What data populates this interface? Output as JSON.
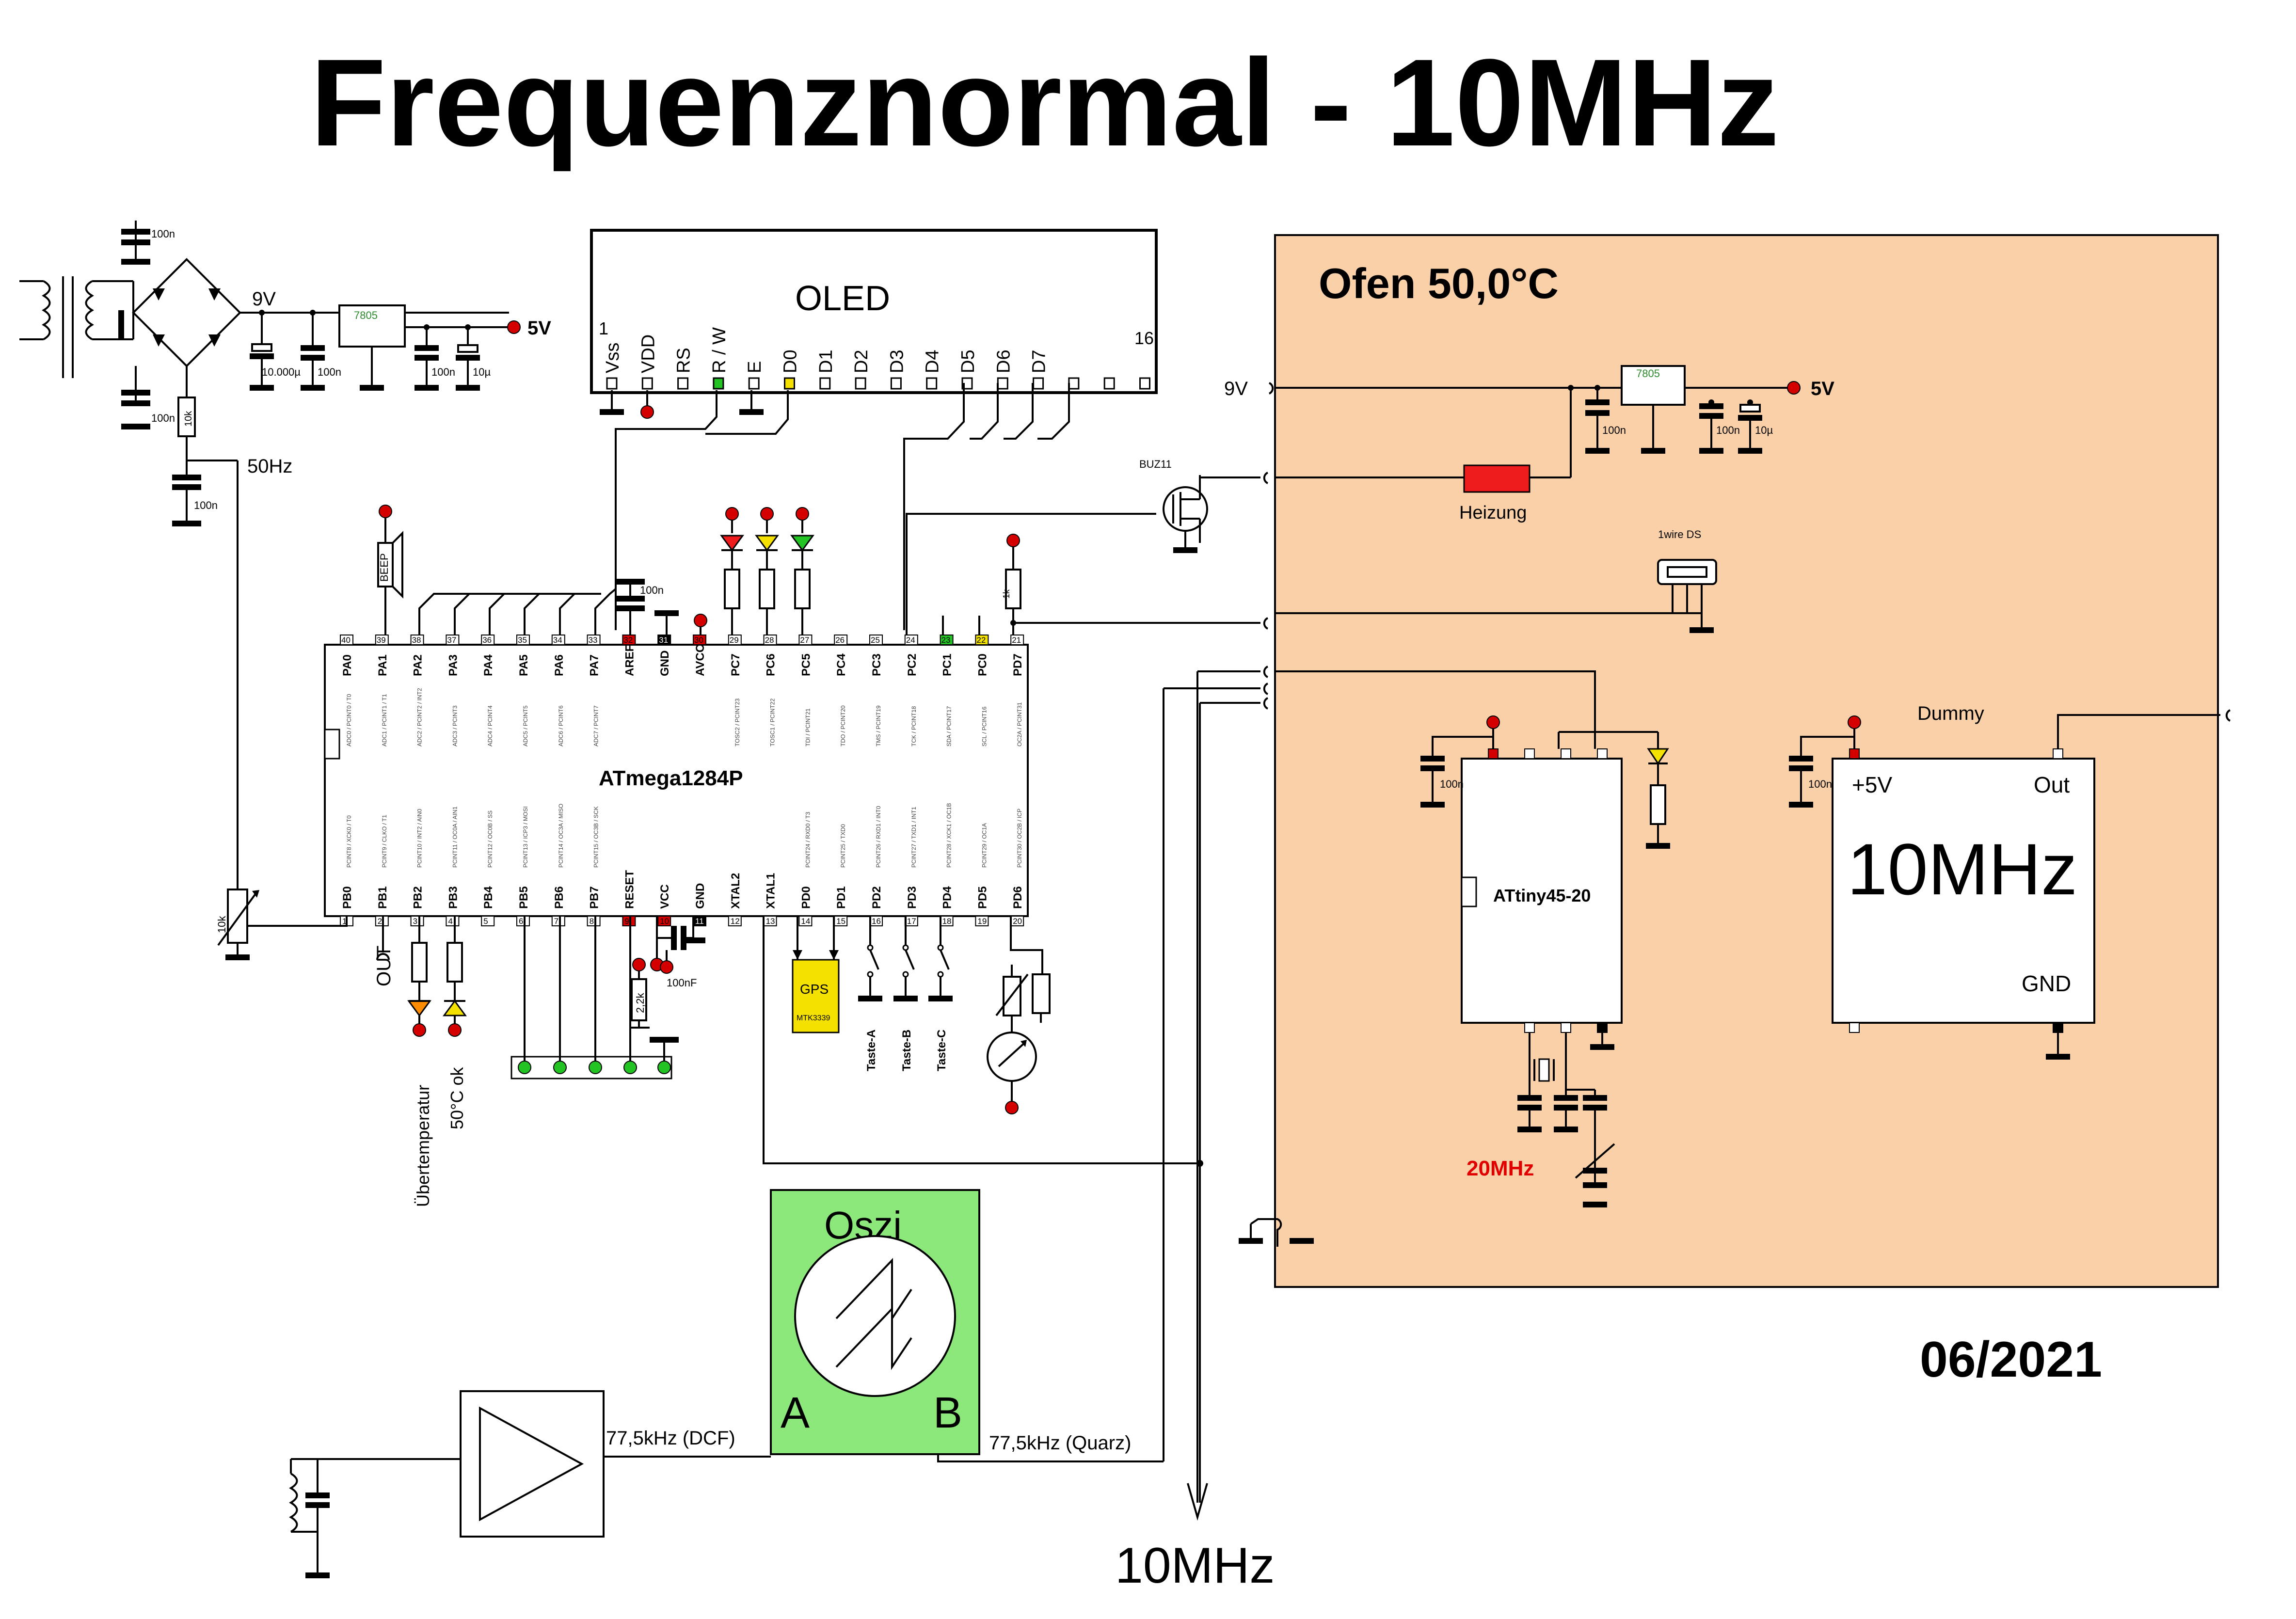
{
  "title": "Frequenznormal - 10MHz",
  "date": "06/2021",
  "oled": {
    "name": "OLED",
    "pin_first": "1",
    "pin_last": "16",
    "pins": [
      "Vss",
      "VDD",
      "RS",
      "R / W",
      "E",
      "D0",
      "D1",
      "D2",
      "D3",
      "D4",
      "D5",
      "D6",
      "D7"
    ]
  },
  "power_supply": {
    "v9": "9V",
    "v5": "5V",
    "regulator": "7805",
    "c_100n": "100n",
    "c_elko": "10.000µ",
    "c_10u": "10µ",
    "r_10k": "10k",
    "f_50hz": "50Hz"
  },
  "mcu": {
    "name": "ATmega1284P",
    "top_pins": [
      {
        "num": "40",
        "name": "PA0",
        "alt": "ADC0 / PCINT0 / T0"
      },
      {
        "num": "39",
        "name": "PA1",
        "alt": "ADC1 / PCINT1 / T1"
      },
      {
        "num": "38",
        "name": "PA2",
        "alt": "ADC2 / PCINT2 / INT2"
      },
      {
        "num": "37",
        "name": "PA3",
        "alt": "ADC3 / PCINT3"
      },
      {
        "num": "36",
        "name": "PA4",
        "alt": "ADC4 / PCINT4"
      },
      {
        "num": "35",
        "name": "PA5",
        "alt": "ADC5 / PCINT5"
      },
      {
        "num": "34",
        "name": "PA6",
        "alt": "ADC6 / PCINT6"
      },
      {
        "num": "33",
        "name": "PA7",
        "alt": "ADC7 / PCINT7"
      },
      {
        "num": "32",
        "name": "AREF",
        "alt": ""
      },
      {
        "num": "31",
        "name": "GND",
        "alt": ""
      },
      {
        "num": "30",
        "name": "AVCC",
        "alt": ""
      },
      {
        "num": "29",
        "name": "PC7",
        "alt": "TOSC2 / PCINT23"
      },
      {
        "num": "28",
        "name": "PC6",
        "alt": "TOSC1 / PCINT22"
      },
      {
        "num": "27",
        "name": "PC5",
        "alt": "TDI / PCINT21"
      },
      {
        "num": "26",
        "name": "PC4",
        "alt": "TDO / PCINT20"
      },
      {
        "num": "25",
        "name": "PC3",
        "alt": "TMS / PCINT19"
      },
      {
        "num": "24",
        "name": "PC2",
        "alt": "TCK / PCINT18"
      },
      {
        "num": "23",
        "name": "PC1",
        "alt": "SDA / PCINT17"
      },
      {
        "num": "22",
        "name": "PC0",
        "alt": "SCL / PCINT16"
      },
      {
        "num": "21",
        "name": "PD7",
        "alt": "OC2A / PCINT31"
      }
    ],
    "bottom_pins": [
      {
        "num": "1",
        "name": "PB0",
        "alt": "PCINT8 / XCK0 / T0"
      },
      {
        "num": "2",
        "name": "PB1",
        "alt": "PCINT9 / CLKO / T1"
      },
      {
        "num": "3",
        "name": "PB2",
        "alt": "PCINT10 / INT2 / AIN0"
      },
      {
        "num": "4",
        "name": "PB3",
        "alt": "PCINT11 / OC0A / AIN1"
      },
      {
        "num": "5",
        "name": "PB4",
        "alt": "PCINT12 / OC0B / SS"
      },
      {
        "num": "6",
        "name": "PB5",
        "alt": "PCINT13 / ICP3 / MOSI"
      },
      {
        "num": "7",
        "name": "PB6",
        "alt": "PCINT14 / OC3A / MISO"
      },
      {
        "num": "8",
        "name": "PB7",
        "alt": "PCINT15 / OC3B / SCK"
      },
      {
        "num": "9",
        "name": "RESET",
        "alt": ""
      },
      {
        "num": "10",
        "name": "VCC",
        "alt": ""
      },
      {
        "num": "11",
        "name": "GND",
        "alt": ""
      },
      {
        "num": "12",
        "name": "XTAL2",
        "alt": ""
      },
      {
        "num": "13",
        "name": "XTAL1",
        "alt": ""
      },
      {
        "num": "14",
        "name": "PD0",
        "alt": "PCINT24 / RXD0 / T3"
      },
      {
        "num": "15",
        "name": "PD1",
        "alt": "PCINT25 / TXD0"
      },
      {
        "num": "16",
        "name": "PD2",
        "alt": "PCINT26 / RXD1 / INT0"
      },
      {
        "num": "17",
        "name": "PD3",
        "alt": "PCINT27 / TXD1 / INT1"
      },
      {
        "num": "18",
        "name": "PD4",
        "alt": "PCINT28 / XCK1 / OC1B"
      },
      {
        "num": "19",
        "name": "PD5",
        "alt": "PCINT29 / OC1A"
      },
      {
        "num": "20",
        "name": "PD6",
        "alt": "PCINT30 / OC2B / ICP"
      }
    ]
  },
  "peripherals": {
    "beep": "BEEP",
    "c_100n": "100n",
    "c_100nf": "100nF",
    "r_2k2": "2,2k",
    "r_1k": "1k",
    "r_10k": "10k",
    "out": "OUT",
    "led_overtemp": "Übertemperatur",
    "led_ok": "50°C ok",
    "gps": "GPS",
    "gps_module": "MTK3339",
    "taste_a": "Taste-A",
    "taste_b": "Taste-B",
    "taste_c": "Taste-C",
    "buz11": "BUZ11"
  },
  "oven": {
    "title": "Ofen 50,0°C",
    "v9": "9V",
    "v5": "5V",
    "regulator": "7805",
    "c_100n": "100n",
    "c_10u": "10µ",
    "heater": "Heizung",
    "sensor": "1wire DS",
    "attiny": "ATtiny45-20",
    "xtal": "20MHz",
    "oscillator": {
      "label_dummy": "Dummy",
      "pin_vcc": "+5V",
      "pin_out": "Out",
      "pin_gnd": "GND",
      "freq": "10MHz"
    }
  },
  "scope": {
    "name": "Oszi",
    "ch_a": "A",
    "ch_b": "B",
    "label_a": "77,5kHz (DCF)",
    "label_b": "77,5kHz (Quarz)"
  },
  "output": "10MHz",
  "colors": {
    "oven_bg": "#fad0a8",
    "scope_bg": "#8ce87a",
    "gps_bg": "#f5e100",
    "heater": "#ee1c1c",
    "supply_dot": "#d40000",
    "xtal_label": "#e00000",
    "reg_label": "#2e8b2e"
  },
  "icons": [
    "transformer-icon",
    "bridge-rectifier-icon",
    "ground-icon",
    "led-icon",
    "switch-icon",
    "meter-icon",
    "amplifier-icon",
    "crystal-icon",
    "mosfet-icon",
    "antenna-coil-icon"
  ]
}
